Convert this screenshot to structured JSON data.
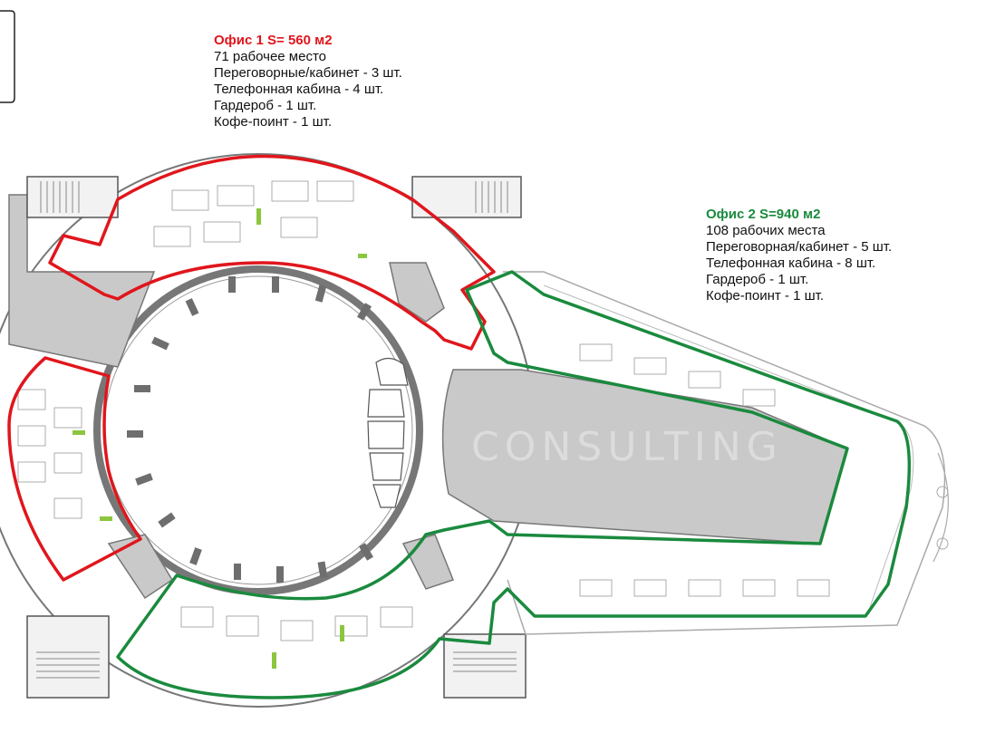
{
  "colors": {
    "office1": "#e0161c",
    "office2": "#1a8a3e",
    "wall": "#7a7a7a",
    "grey_zone": "#c8c8c8",
    "stair": "#9a9a9a"
  },
  "office1": {
    "title": "Офис 1 S= 560 м2",
    "lines": [
      "71 рабочее место",
      "Переговорные/кабинет - 3 шт.",
      "Телефонная кабина - 4 шт.",
      "Гардероб - 1 шт.",
      "Кофе-поинт - 1 шт."
    ]
  },
  "office2": {
    "title": "Офис 2 S=940 м2",
    "lines": [
      "108 рабочих места",
      "Переговорная/кабинет - 5 шт.",
      "Телефонная кабина - 8 шт.",
      "Гардероб - 1 шт.",
      "Кофе-поинт - 1 шт."
    ]
  },
  "watermark": "CONSULTING"
}
